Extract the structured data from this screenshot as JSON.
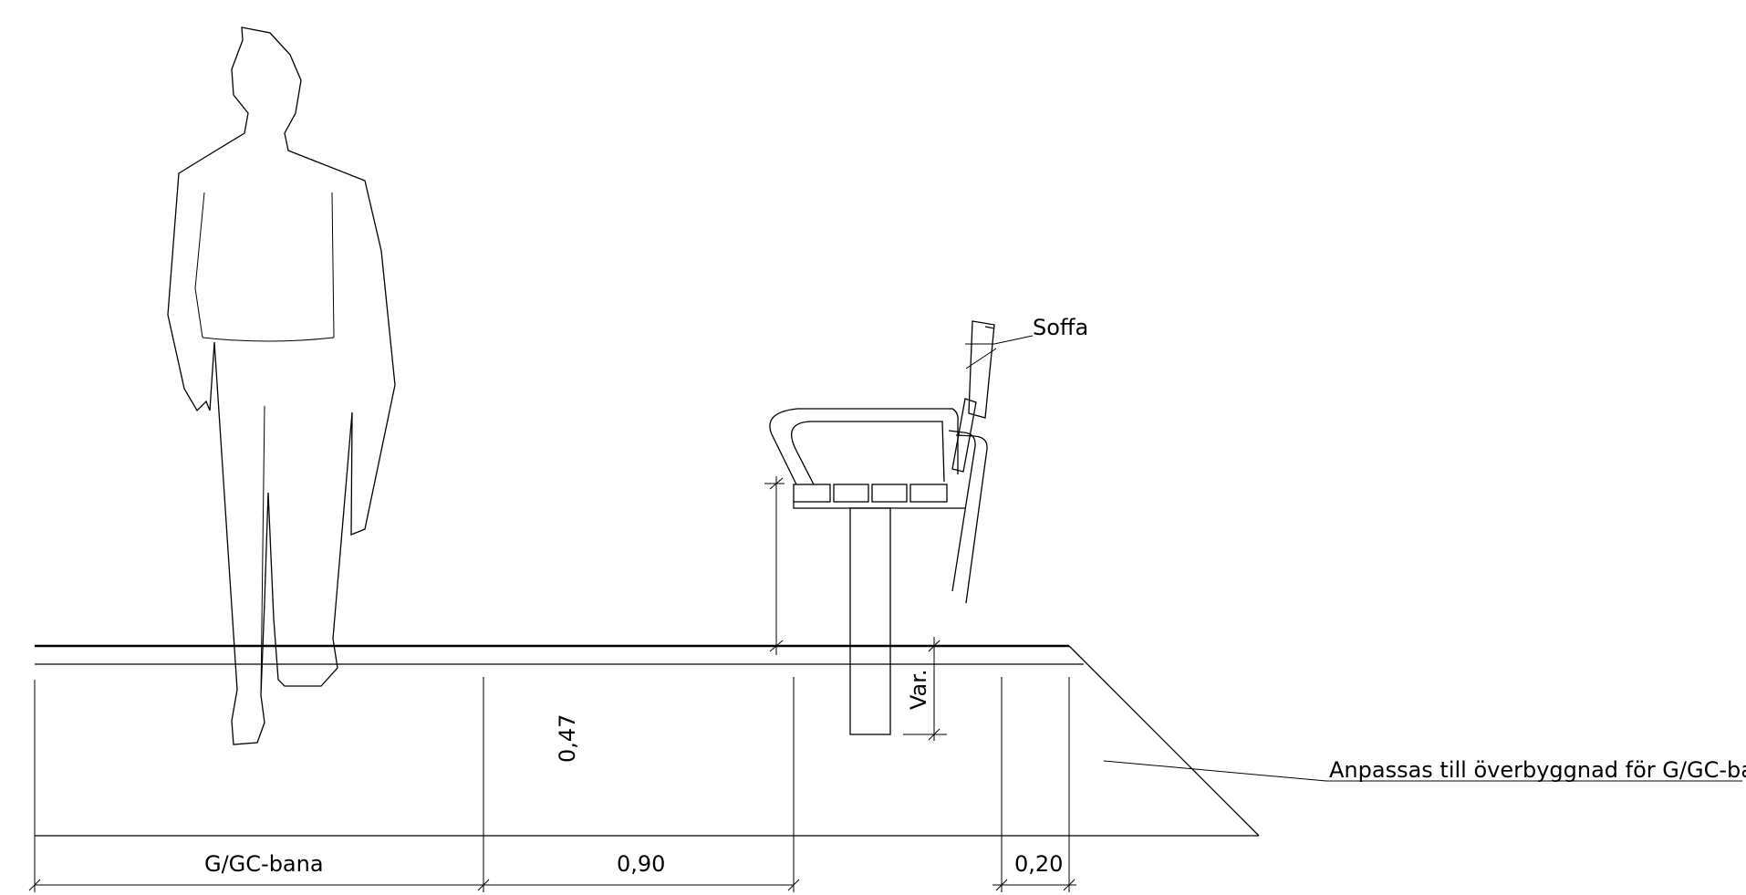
{
  "labels": {
    "soffa": "Soffa",
    "anpassas": "Anpassas till överbyggnad för G/GC-bana",
    "seat_height": "0,47",
    "post_depth": "Var.",
    "dim_path": "G/GC-bana",
    "dim_090": "0,90",
    "dim_020": "0,20"
  },
  "colors": {
    "line": "#000000",
    "background": "#ffffff"
  }
}
